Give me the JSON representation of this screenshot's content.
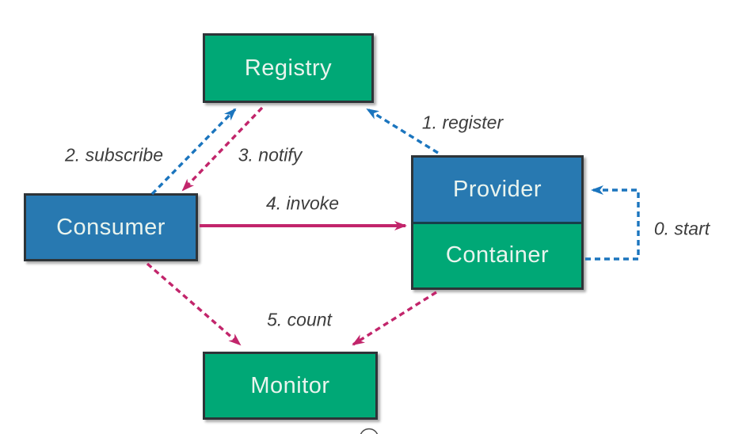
{
  "nodes": {
    "registry": "Registry",
    "consumer": "Consumer",
    "provider": "Provider",
    "container": "Container",
    "monitor": "Monitor"
  },
  "edges": [
    {
      "label": "0. start",
      "from": "container",
      "to": "provider",
      "line": "dashed",
      "color": "#1b75be"
    },
    {
      "label": "1. register",
      "from": "provider",
      "to": "registry",
      "line": "dashed",
      "color": "#1b75be"
    },
    {
      "label": "2. subscribe",
      "from": "consumer",
      "to": "registry",
      "line": "dashed",
      "color": "#1b75be"
    },
    {
      "label": "3. notify",
      "from": "registry",
      "to": "consumer",
      "line": "dashed",
      "color": "#c2256b"
    },
    {
      "label": "4. invoke",
      "from": "consumer",
      "to": "provider",
      "line": "solid",
      "color": "#c2256b"
    },
    {
      "label": "5. count",
      "from": "consumer-and-container",
      "to": "monitor",
      "line": "dashed",
      "color": "#c2256b"
    }
  ],
  "colors": {
    "green_box": "#00a876",
    "blue_box": "#2879b1",
    "box_border": "#2e3438",
    "provider_container_divider": "#173f4a",
    "blue_arrow": "#1b75be",
    "pink_arrow": "#c2256b",
    "edge_label_text": "#3d3d3d",
    "node_text": "#e9f4ee"
  },
  "decorations": {
    "bottom_watermark_icon": "partial-circle"
  }
}
